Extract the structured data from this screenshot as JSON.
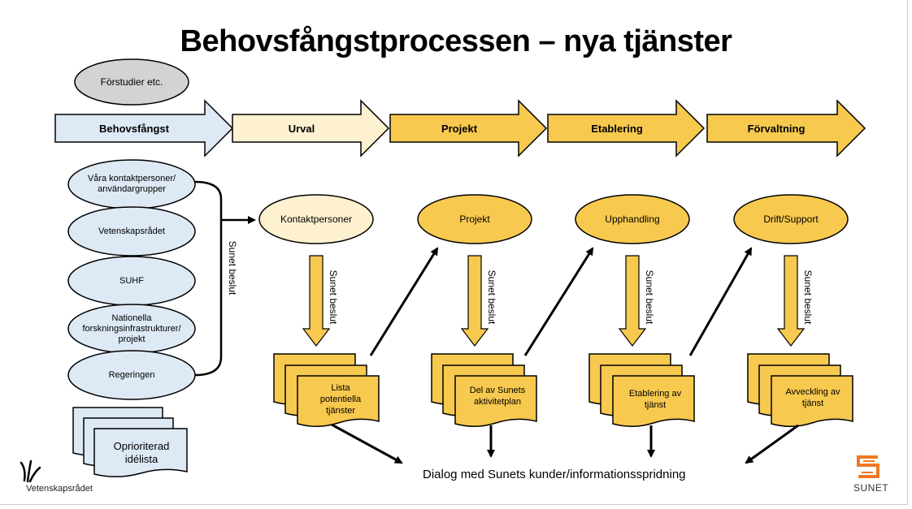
{
  "title": "Behovsfångstprocessen – nya tjänster",
  "prestudies_label": "Förstudier etc.",
  "phases": [
    "Behovsfångst",
    "Urval",
    "Projekt",
    "Etablering",
    "Förvaltning"
  ],
  "sources": [
    "Våra kontaktpersoner/ användargrupper",
    "Vetenskapsrådet",
    "SUHF",
    "Nationella forskningsinfrastrukturer/ projekt",
    "Regeringen"
  ],
  "decision_label": "Sunet beslut",
  "stage_nodes": [
    "Kontaktpersoner",
    "Projekt",
    "Upphandling",
    "Drift/Support"
  ],
  "documents": [
    "Lista potentiella tjänster",
    "Del av Sunets aktivitetplan",
    "Etablering av tjänst",
    "Avveckling av tjänst"
  ],
  "backlog_label": "Oprioriterad idélista",
  "footer_label": "Dialog med Sunets kunder/informationsspridning",
  "vr_logo_text": "Vetenskapsrådet",
  "sunet_logo_text": "SUNET",
  "colors": {
    "light_blue": "#dde9f5",
    "cream": "#fdf1cf",
    "gold": "#f7c94f",
    "grey": "#d3d3d3",
    "sunet_orange": "#f07a23"
  }
}
